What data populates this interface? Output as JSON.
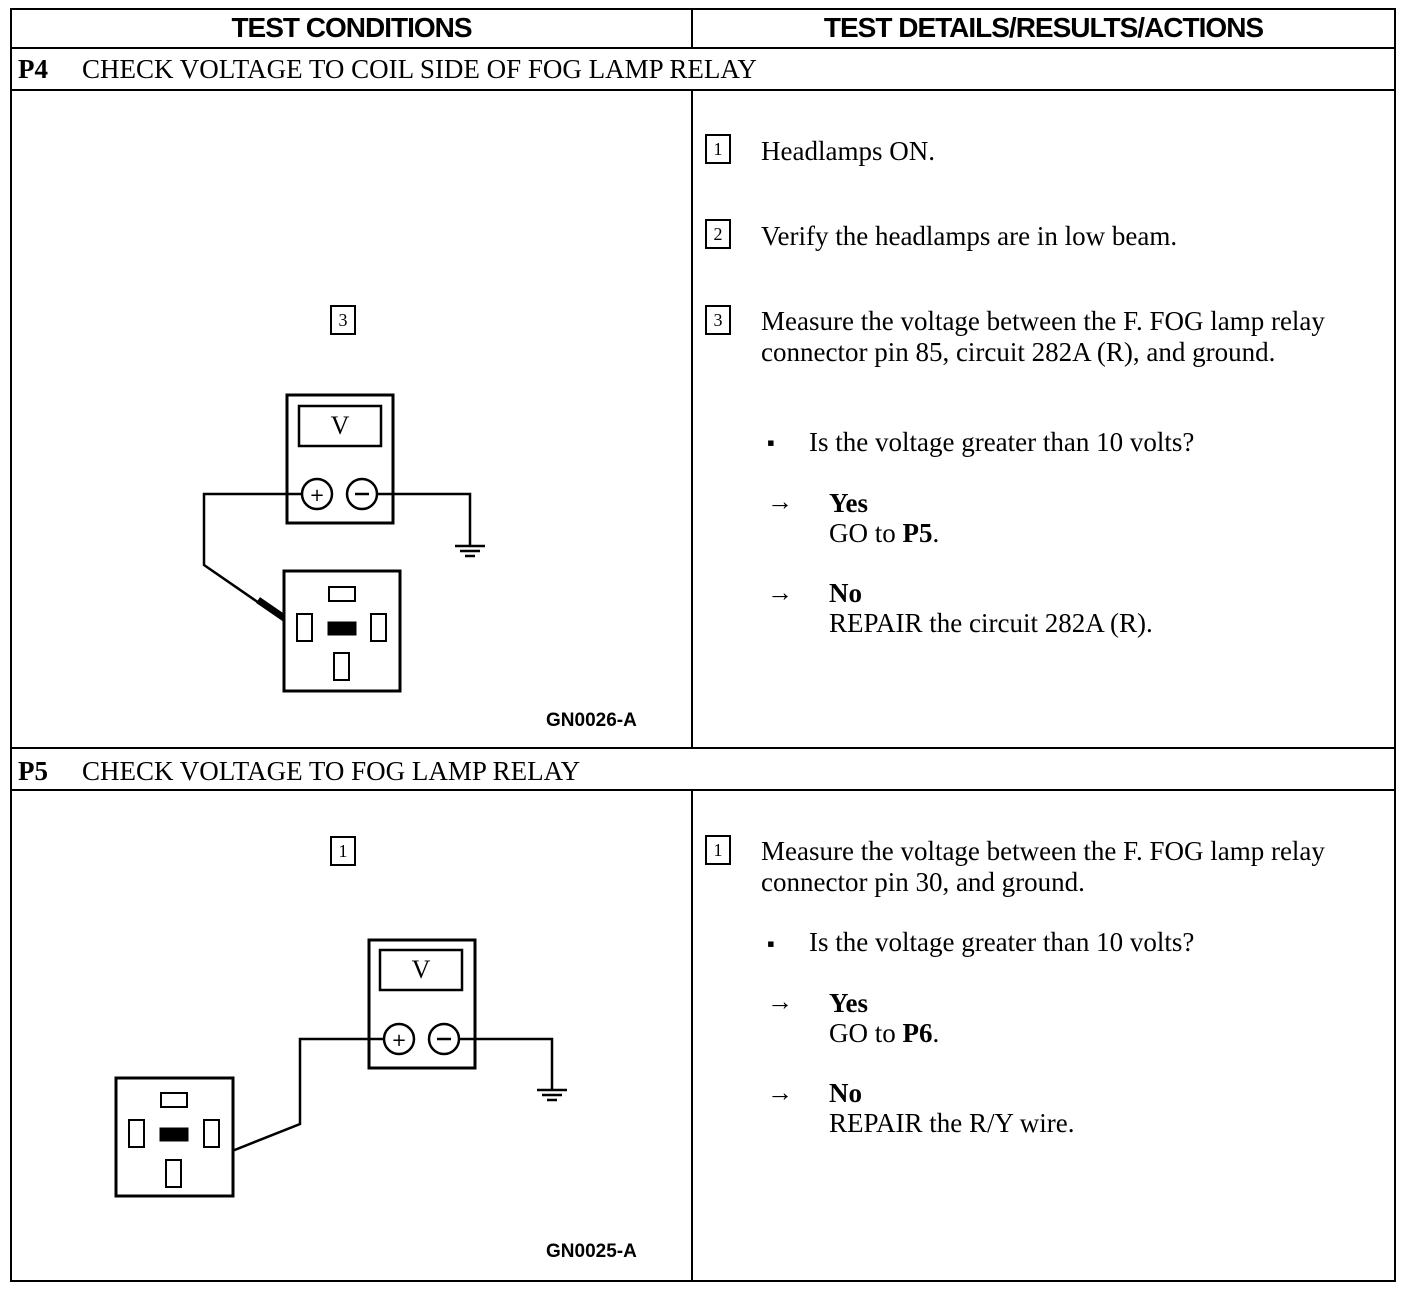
{
  "header": {
    "left": "TEST CONDITIONS",
    "right": "TEST DETAILS/RESULTS/ACTIONS"
  },
  "sections": [
    {
      "code": "P4",
      "title": "CHECK VOLTAGE TO COIL SIDE OF FOG LAMP RELAY",
      "figure": {
        "step": "3",
        "meter_label": "V",
        "figure_id": "GN0026-A"
      },
      "steps": [
        {
          "num": "1",
          "text": "Headlamps ON."
        },
        {
          "num": "2",
          "text": "Verify the headlamps are in low beam."
        },
        {
          "num": "3",
          "text": "Measure the voltage between the F. FOG lamp relay connector pin 85, circuit 282A (R), and ground."
        }
      ],
      "question": "Is the voltage greater than 10 volts?",
      "yes": {
        "label": "Yes",
        "action": "GO to",
        "target": "P5",
        "end": "."
      },
      "no": {
        "label": "No",
        "action": "REPAIR the circuit 282A (R)."
      }
    },
    {
      "code": "P5",
      "title": "CHECK VOLTAGE TO FOG LAMP RELAY",
      "figure": {
        "step": "1",
        "meter_label": "V",
        "figure_id": "GN0025-A"
      },
      "steps": [
        {
          "num": "1",
          "text": "Measure the voltage between the F. FOG lamp relay connector pin 30, and ground."
        }
      ],
      "question": "Is the voltage greater than 10 volts?",
      "yes": {
        "label": "Yes",
        "action": "GO to",
        "target": "P6",
        "end": "."
      },
      "no": {
        "label": "No",
        "action": "REPAIR the R/Y wire."
      }
    }
  ]
}
